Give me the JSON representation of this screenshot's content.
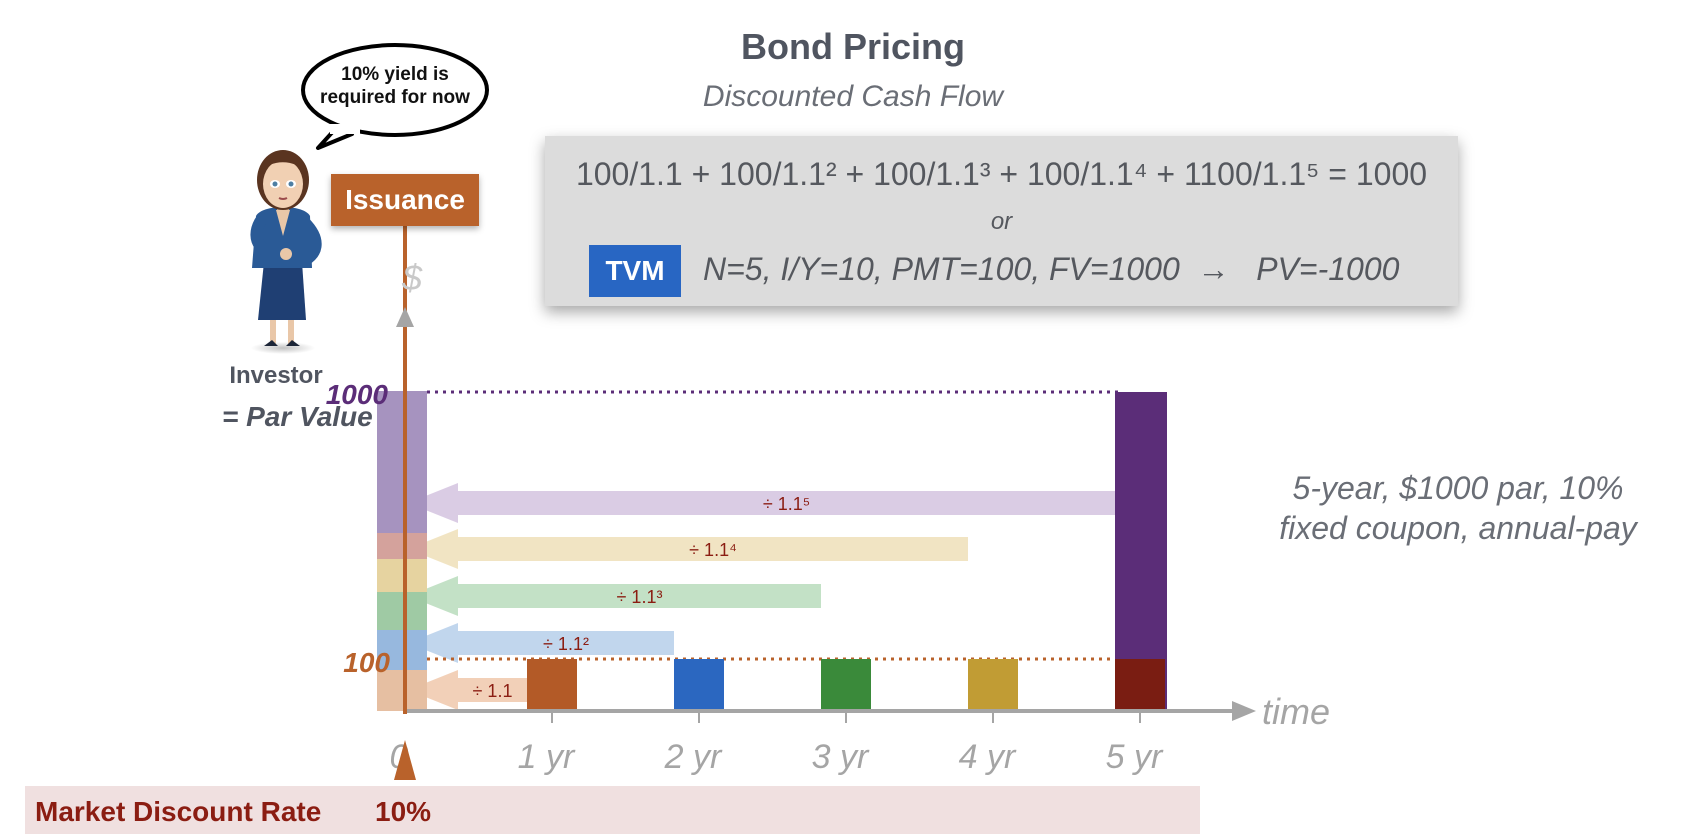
{
  "title": "Bond Pricing",
  "subtitle": "Discounted Cash Flow",
  "formula": {
    "equation": "100/1.1 + 100/1.1² + 100/1.1³ + 100/1.1⁴ + 1100/1.1⁵ = 1000",
    "or": "or",
    "tvm_label": "TVM",
    "tvm_text": "N=5, I/Y=10, PMT=100, FV=1000  →   PV=-1000"
  },
  "speech_bubble": [
    "10% yield is",
    "required for now"
  ],
  "issuance_label": "Issuance",
  "investor_label": "Investor",
  "par_value_label": "= Par Value",
  "note": [
    "5-year, $1000 par, 10%",
    "fixed coupon, annual-pay"
  ],
  "market_discount_rate": {
    "label": "Market Discount Rate",
    "value": "10%"
  },
  "axis": {
    "y_symbol": "$",
    "x_label": "time",
    "ticks": [
      "0",
      "1 yr",
      "2 yr",
      "3 yr",
      "4 yr",
      "5 yr"
    ],
    "level_labels": [
      "1000",
      "100"
    ]
  },
  "cash_flows": [
    {
      "year": 1,
      "amount": 100,
      "color": "#b35a27"
    },
    {
      "year": 2,
      "amount": 100,
      "color": "#2b67c0"
    },
    {
      "year": 3,
      "amount": 100,
      "color": "#3a8a3a"
    },
    {
      "year": 4,
      "amount": 100,
      "color": "#c19c34"
    },
    {
      "year": 5,
      "amount": 100,
      "color": "#7a1d12"
    },
    {
      "year": 5,
      "amount": 1000,
      "color": "#5b2d78"
    }
  ],
  "discount_arrows": [
    {
      "year": 1,
      "label": "÷ 1.1",
      "color": "#f0c8ab"
    },
    {
      "year": 2,
      "label": "÷ 1.1²",
      "color": "#b6cfea"
    },
    {
      "year": 3,
      "label": "÷ 1.1³",
      "color": "#b9dcbc"
    },
    {
      "year": 4,
      "label": "÷ 1.1⁴",
      "color": "#eedfb8"
    },
    {
      "year": 5,
      "label": "÷ 1.1⁵",
      "color": "#d4c3df"
    }
  ],
  "colors": {
    "axis": "#a5a5a5",
    "issuance": "#b9622b",
    "par_line": "#5b2d78",
    "coupon_line": "#b9622b",
    "label_dark_red": "#8b1d12"
  }
}
